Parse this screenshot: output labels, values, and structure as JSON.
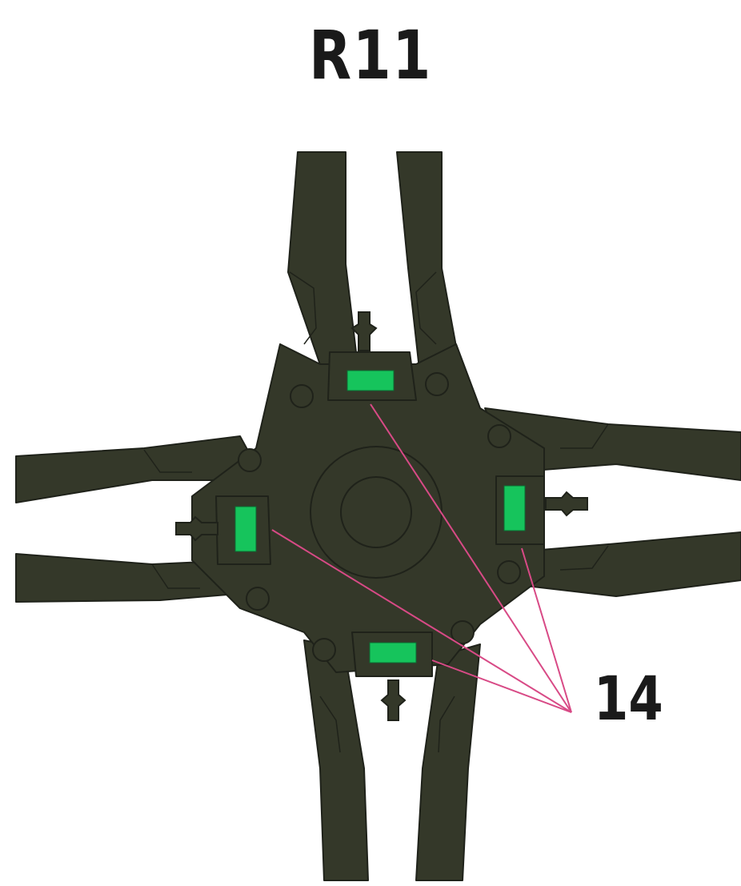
{
  "page": {
    "title": "R11",
    "callout_number": "14"
  },
  "colors": {
    "part": "#343829",
    "part_line": "#1f221a",
    "highlight": "#16c45c",
    "leader": "#d84a86",
    "text": "#1a1a1a"
  },
  "parts": {
    "highlighted_count": 4
  }
}
